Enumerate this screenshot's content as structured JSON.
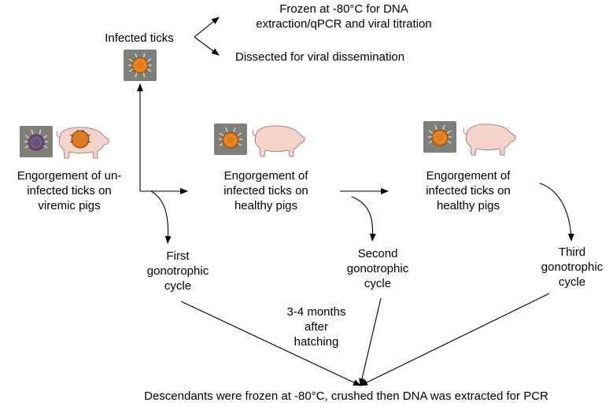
{
  "labels": {
    "infected_ticks": "Infected ticks",
    "frozen": "Frozen at -80°C for DNA\nextraction/qPCR and viral titration",
    "dissected": "Dissected for viral dissemination",
    "engorge_1": "Engorgement of un-\ninfected ticks on\nviremic pigs",
    "engorge_2": "Engorgement of\ninfected ticks on\nhealthy pigs",
    "engorge_3": "Engorgement of\ninfected ticks on\nhealthy pigs",
    "cycle_1": "First\ngonotrophic\ncycle",
    "cycle_2": "Second\ngonotrophic\ncycle",
    "cycle_3": "Third\ngonotrophic\ncycle",
    "months": "3-4 months\nafter\nhatching",
    "descendants": "Descendants were frozen at -80°C, crushed then DNA was extracted for PCR"
  },
  "colors": {
    "tick_background": "#7d7f78",
    "tick_orange": "#e07a1f",
    "tick_uninfected": "#6b4e78",
    "pig_pink": "#f6d2cc",
    "line": "#000000"
  },
  "icons": [
    "tick-icon",
    "pig-icon",
    "arrow-icon"
  ]
}
